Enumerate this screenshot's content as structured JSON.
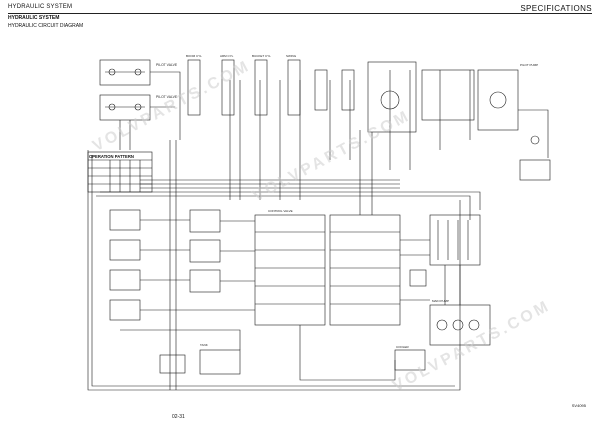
{
  "header": {
    "left": "HYDRAULIC SYSTEM",
    "right": "SPECIFICATIONS",
    "subtitle": "HYDRAULIC SYSTEM",
    "title": "HYDRAULIC CIRCUIT DIAGRAM"
  },
  "footer": {
    "page": "02-31",
    "code": "SV4095"
  },
  "watermark": [
    "VOLVPARTS.COM",
    "VOLVPARTS.COM",
    "VOLVPARTS.COM"
  ],
  "table": {
    "heading": "OPERATION PATTERN",
    "rows": [
      [
        "",
        "",
        "",
        "",
        "",
        ""
      ],
      [
        "",
        "",
        "",
        "",
        "",
        ""
      ],
      [
        "",
        "",
        "",
        "",
        "",
        ""
      ],
      [
        "",
        "",
        "",
        "",
        "",
        ""
      ]
    ]
  },
  "colors": {
    "line": "#1a1a1a",
    "paper": "#ffffff",
    "watermark": "#cfcfcf"
  }
}
